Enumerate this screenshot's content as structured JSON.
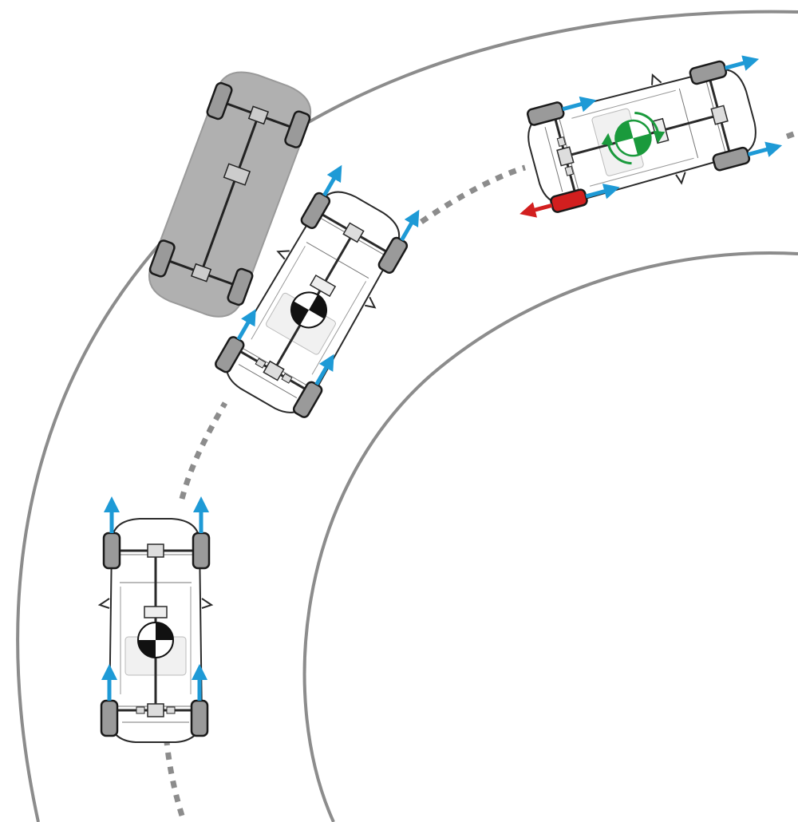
{
  "diagram": {
    "vehicles": [
      {
        "name": "car-entering-curve",
        "state": "grip",
        "cog_marker": "black",
        "wheel_arrows": 4
      },
      {
        "name": "car-mid-curve",
        "state": "grip",
        "cog_marker": "black",
        "wheel_arrows": 4
      },
      {
        "name": "ghost-car-reference",
        "state": "intended-path",
        "shaded": true
      },
      {
        "name": "car-exiting-curve",
        "state": "stabilized-rotation",
        "cog_marker": "green",
        "braked_wheel": "rear-inner"
      }
    ],
    "road": {
      "lanes": 2,
      "centerline": "dashed-trajectory"
    }
  },
  "colors": {
    "road_line": "#8c8c8c",
    "trajectory": "#8c8c8c",
    "car_body": "#ffffff",
    "car_outline": "#2a2a2a",
    "ghost_fill": "#b0b0b0",
    "tire": "#9a9a9a",
    "arrow_blue": "#1e9ad6",
    "braked_wheel": "#d21f1f",
    "arrow_red": "#d21f1f",
    "cog_green": "#1a9a3c",
    "cog_black": "#111111"
  }
}
